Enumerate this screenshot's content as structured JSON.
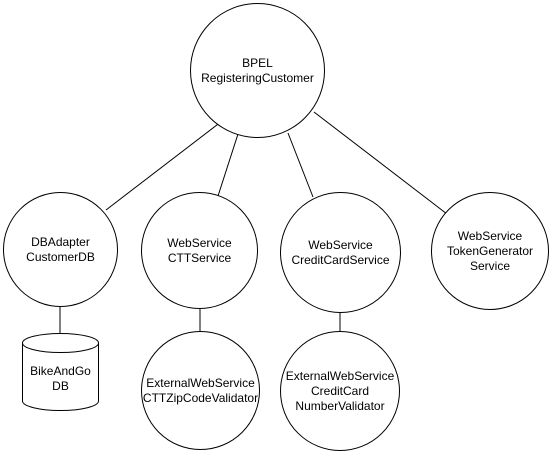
{
  "diagram": {
    "nodes": {
      "root": {
        "lines": [
          "BPEL",
          "RegisteringCustomer"
        ],
        "shape": "circle"
      },
      "dbadapter": {
        "lines": [
          "DBAdapter",
          "CustomerDB"
        ],
        "shape": "circle"
      },
      "ctt": {
        "lines": [
          "WebService",
          "CTTService"
        ],
        "shape": "circle"
      },
      "cc": {
        "lines": [
          "WebService",
          "CreditCardService"
        ],
        "shape": "circle"
      },
      "token": {
        "lines": [
          "WebService",
          "TokenGenerator",
          "Service"
        ],
        "shape": "circle"
      },
      "extctt": {
        "lines": [
          "ExternalWebService",
          "CTTZipCodeValidator"
        ],
        "shape": "circle"
      },
      "extcc": {
        "lines": [
          "ExternalWebService",
          "CreditCard",
          "NumberValidator"
        ],
        "shape": "circle"
      },
      "db": {
        "lines": [
          "BikeAndGo",
          "DB"
        ],
        "shape": "cylinder"
      }
    },
    "edges": [
      {
        "from": "root",
        "to": "dbadapter"
      },
      {
        "from": "root",
        "to": "ctt"
      },
      {
        "from": "root",
        "to": "cc"
      },
      {
        "from": "root",
        "to": "token"
      },
      {
        "from": "dbadapter",
        "to": "db"
      },
      {
        "from": "ctt",
        "to": "extctt"
      },
      {
        "from": "cc",
        "to": "extcc"
      }
    ],
    "colors": {
      "stroke": "#000000",
      "fill": "#ffffff",
      "text": "#000000"
    }
  }
}
